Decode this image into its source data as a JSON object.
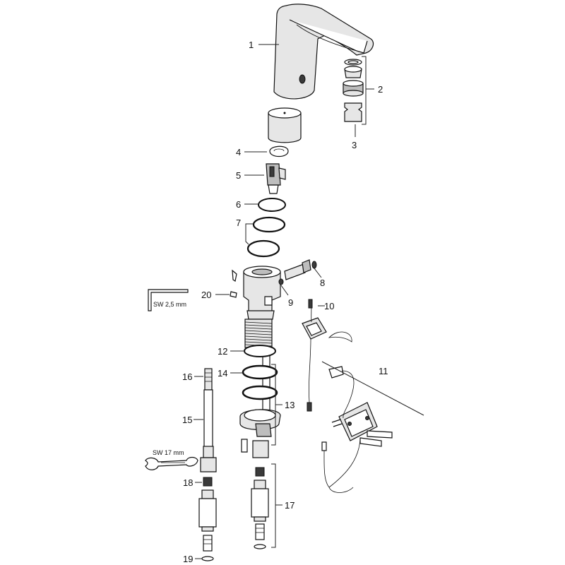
{
  "callouts": {
    "c1": "1",
    "c2": "2",
    "c3": "3",
    "c4": "4",
    "c5": "5",
    "c6": "6",
    "c7": "7",
    "c8": "8",
    "c9": "9",
    "c10": "10",
    "c11": "11",
    "c12": "12",
    "c13": "13",
    "c14": "14",
    "c15": "15",
    "c16": "16",
    "c17": "17",
    "c18": "18",
    "c19": "19",
    "c20": "20"
  },
  "tools": {
    "hex_key": "SW 2,5 mm",
    "wrench": "SW 17 mm"
  }
}
